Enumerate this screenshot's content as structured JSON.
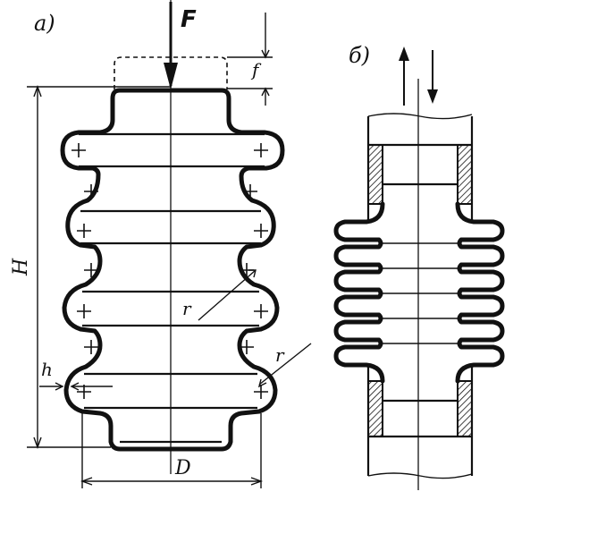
{
  "figure_a": {
    "label": "а)",
    "force_label": "F",
    "deflection_label": "f",
    "height_label": "H",
    "thickness_label": "h",
    "diameter_label": "D",
    "radius_label_inner": "r",
    "radius_label_outer": "r"
  },
  "figure_b": {
    "label": "б)"
  }
}
